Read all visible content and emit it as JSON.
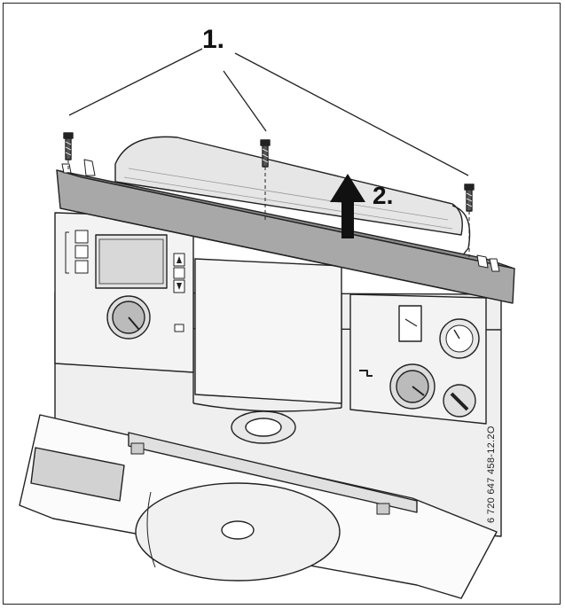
{
  "labels": {
    "step1": "1.",
    "step2": "2.",
    "document_number": "6 720 647 458-12.2O"
  },
  "colors": {
    "outline": "#222222",
    "cover_top": "#8c8c8c",
    "cover_front": "#a8a8a8",
    "panel": "#f2f2f2",
    "body": "#eeeeee",
    "arrow": "#111111"
  },
  "icons": [
    "screw-icon",
    "up-arrow-icon",
    "temperature-knob-icon",
    "pressure-gauge-icon",
    "on-off-switch-icon",
    "tap-icon"
  ]
}
